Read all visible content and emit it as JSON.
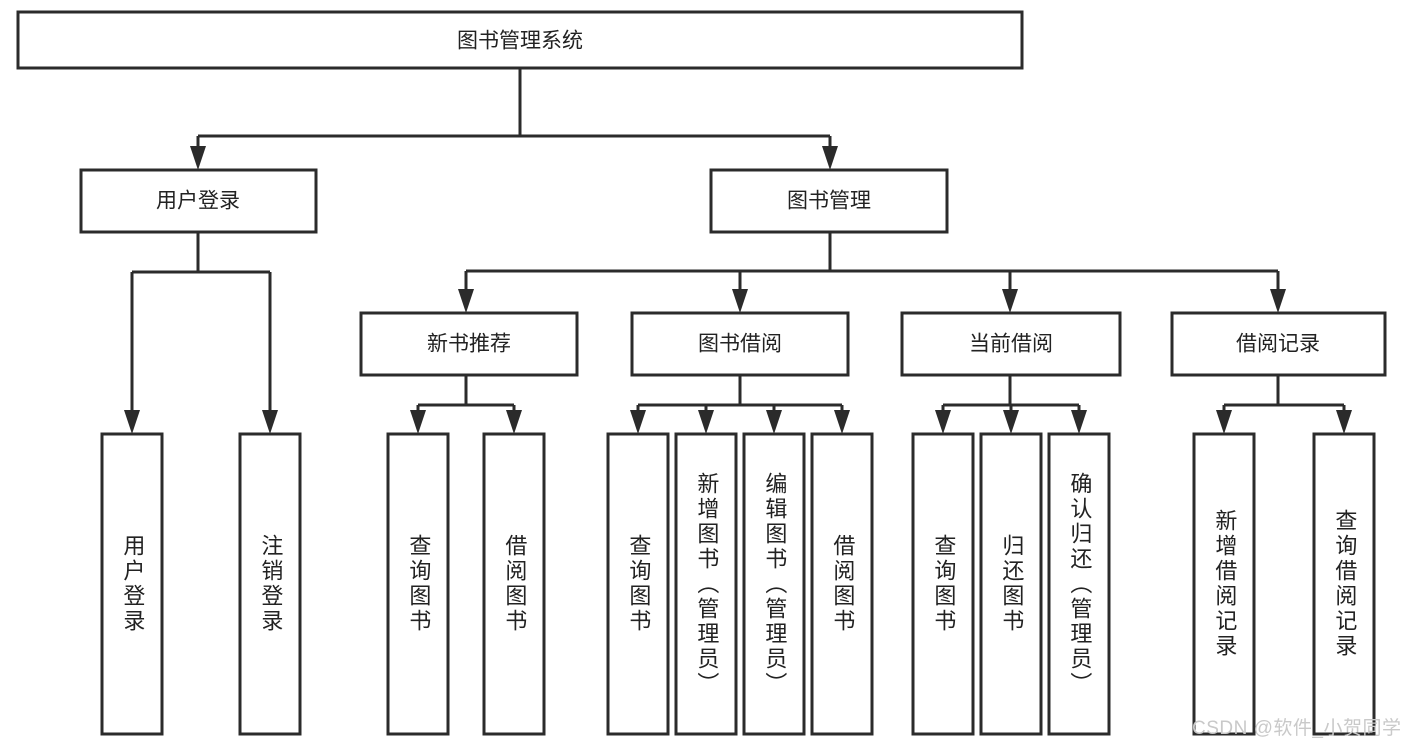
{
  "diagram": {
    "title": "图书管理系统",
    "type": "hierarchy-tree",
    "levels": 4,
    "colors": {
      "stroke": "#2b2b2b",
      "fill": "#ffffff",
      "text": "#222222",
      "watermark": "#c8c8c8"
    },
    "root": {
      "label": "图书管理系统"
    },
    "level2": [
      {
        "label": "用户登录"
      },
      {
        "label": "图书管理"
      }
    ],
    "level3": [
      {
        "label": "新书推荐"
      },
      {
        "label": "图书借阅"
      },
      {
        "label": "当前借阅"
      },
      {
        "label": "借阅记录"
      }
    ],
    "leaves": {
      "user_login": [
        {
          "label": "用户登录"
        },
        {
          "label": "注销登录"
        }
      ],
      "new_book_recommend": [
        {
          "label": "查询图书"
        },
        {
          "label": "借阅图书"
        }
      ],
      "book_borrow": [
        {
          "label": "查询图书"
        },
        {
          "label": "新增图书（管理员）"
        },
        {
          "label": "编辑图书（管理员）"
        },
        {
          "label": "借阅图书"
        }
      ],
      "current_borrow": [
        {
          "label": "查询图书"
        },
        {
          "label": "归还图书"
        },
        {
          "label": "确认归还（管理员）"
        }
      ],
      "borrow_record": [
        {
          "label": "新增借阅记录"
        },
        {
          "label": "查询借阅记录"
        }
      ]
    }
  },
  "watermark": {
    "text": "CSDN @软件_小贺同学"
  }
}
